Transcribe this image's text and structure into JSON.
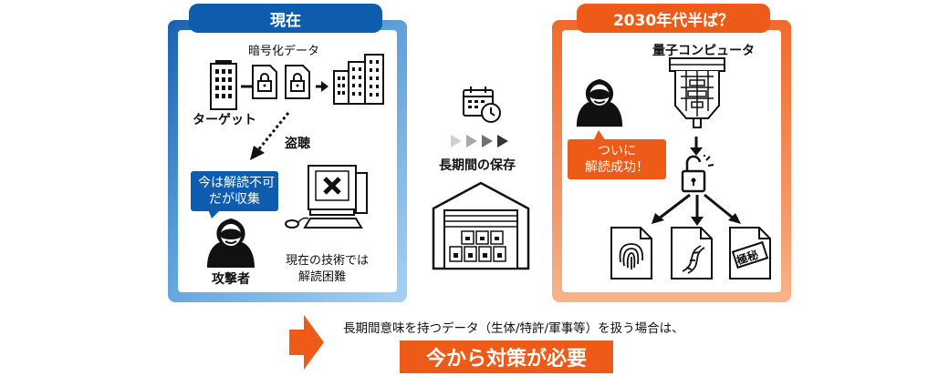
{
  "left_panel": {
    "title": "現在",
    "encrypted_data_label": "暗号化データ",
    "target_label": "ターゲット",
    "eavesdrop_label": "盗聴",
    "bubble_line1": "今は解読不可",
    "bubble_line2": "だが収集",
    "attacker_label": "攻撃者",
    "tech_line1": "現在の技術では",
    "tech_line2": "解読困難"
  },
  "middle": {
    "storage_label": "長期間の保存"
  },
  "right_panel": {
    "title": "2030年代半ば？",
    "quantum_label": "量子コンピュータ",
    "bubble_line1": "ついに",
    "bubble_line2": "解読成功！",
    "secret_stamp": "極秘"
  },
  "bottom": {
    "note": "長期間意味を持つデータ（生体/特許/軍事等）を扱う場合は、",
    "headline": "今から対策が必要"
  },
  "colors": {
    "blue": "#0d5cae",
    "orange": "#ee5a17"
  },
  "icons": [
    "building-icon",
    "lock-document-icon",
    "city-icon",
    "hacker-icon",
    "computer-x-icon",
    "calendar-clock-icon",
    "arrows-icon",
    "warehouse-icon",
    "quantum-computer-icon",
    "unlocked-icon",
    "fingerprint-document-icon",
    "dna-document-icon",
    "secret-document-icon",
    "big-arrow-icon"
  ]
}
